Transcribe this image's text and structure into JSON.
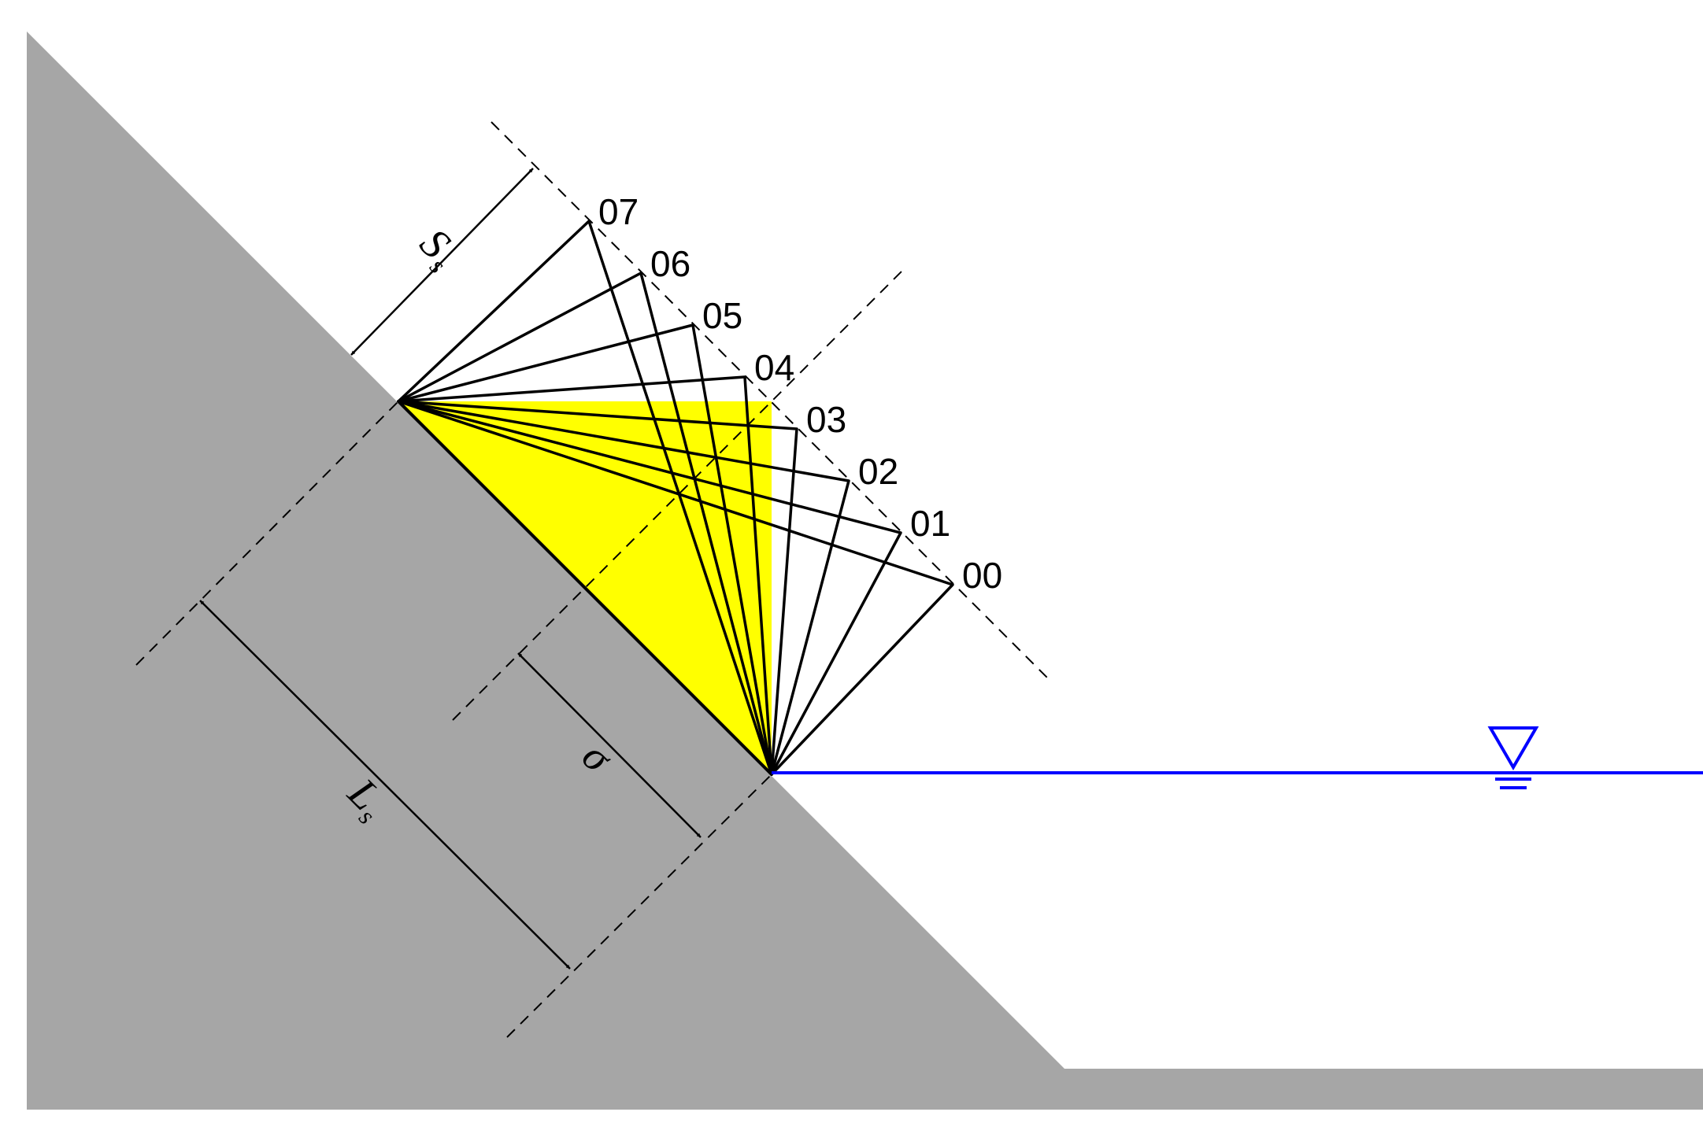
{
  "colors": {
    "ground": "#a6a6a6",
    "highlight": "#ffff00",
    "water": "#0000ff",
    "line": "#000000"
  },
  "positions": [
    "00",
    "01",
    "02",
    "03",
    "04",
    "05",
    "06",
    "07"
  ],
  "labels": {
    "s_main": "S",
    "s_sub": "s",
    "l_main": "L",
    "l_sub": "s",
    "sigma": "σ"
  },
  "icons": {
    "water_level": "inverted-triangle-water-level-icon"
  }
}
